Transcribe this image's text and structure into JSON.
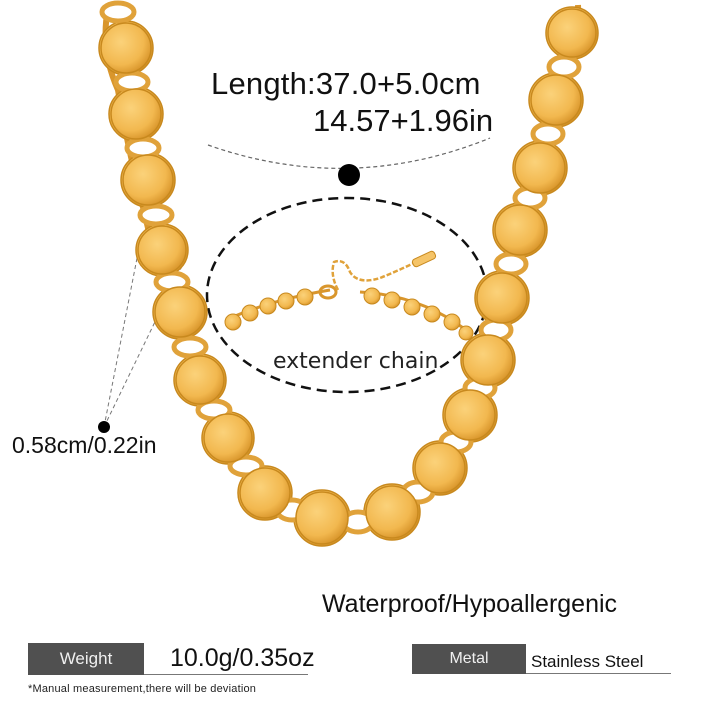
{
  "product": {
    "type": "Gold-tone round disc link necklace",
    "colors": {
      "gold": "#F0B84E",
      "gold_dark": "#C8891E",
      "gold_light": "#FBD27A",
      "label_bg": "#505050",
      "label_text": "#F0F0F0",
      "text": "#111111"
    }
  },
  "annotations": {
    "length_line1": "Length:37.0+5.0cm",
    "length_line2": "14.57+1.96in",
    "width": "0.58cm/0.22in",
    "extender": "extender chain",
    "features": "Waterproof/Hypoallergenic"
  },
  "specs": {
    "weight": {
      "label": "Weight",
      "value": "10.0g/0.35oz"
    },
    "metal": {
      "label": "Metal",
      "value": "Stainless Steel"
    }
  },
  "disclaimer": "*Manual measurement,there will be deviation",
  "icons": {
    "length_marker": "filled-black-dot",
    "width_marker": "filled-black-dot"
  }
}
